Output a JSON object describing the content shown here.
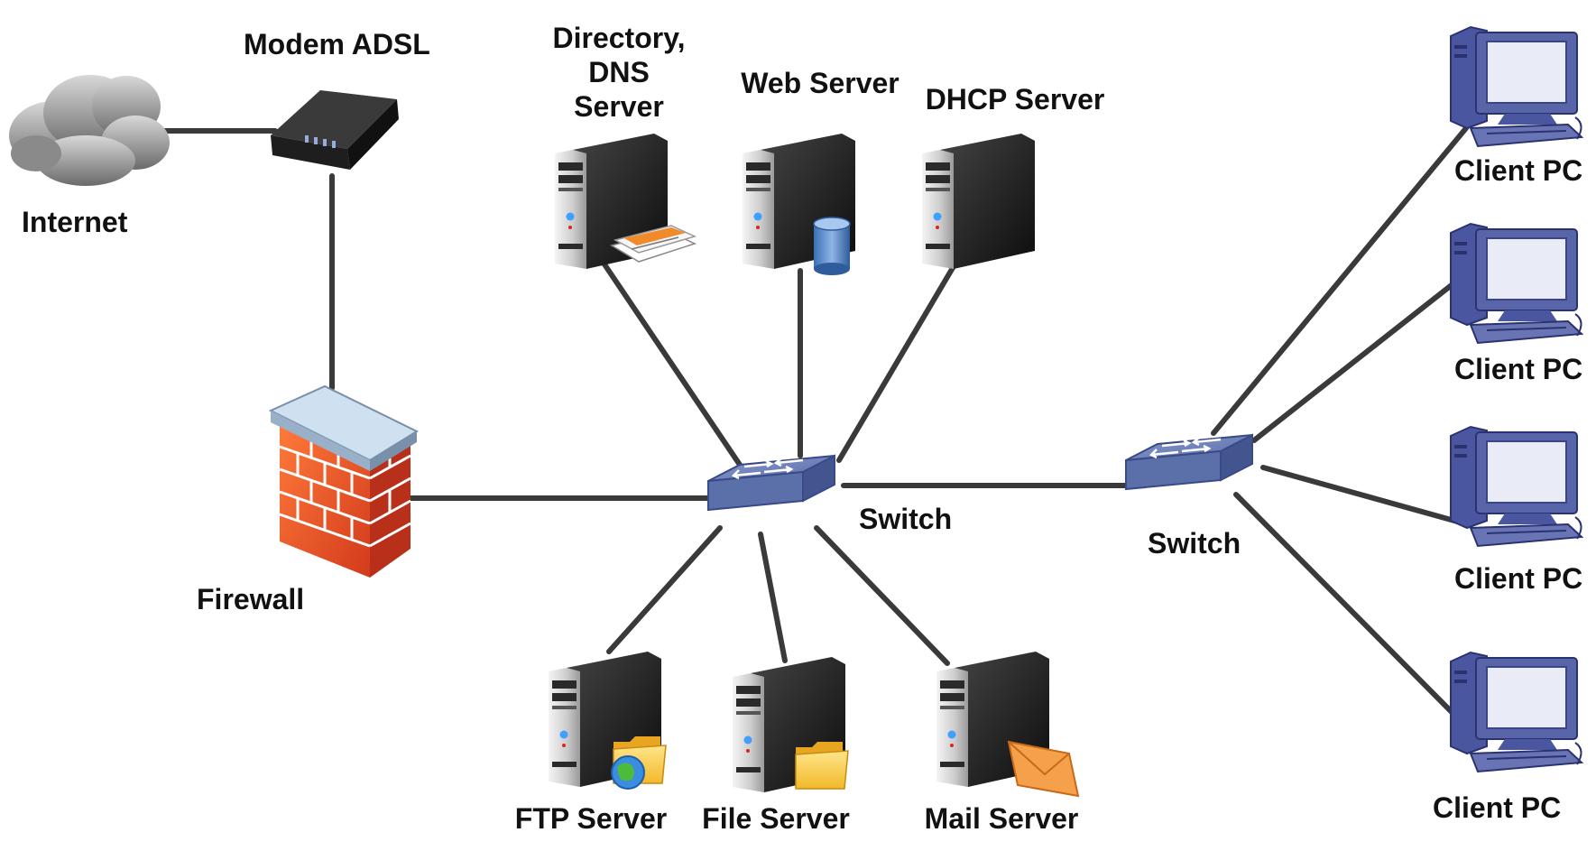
{
  "colors": {
    "link": "#3a3a3a",
    "switch": "#5b6fa8",
    "brick": "#e8502a",
    "pc": "#5865a8",
    "server_dark": "#1b1b1b",
    "server_light": "#e6e6e6"
  },
  "nodes": {
    "internet": {
      "label": "Internet",
      "icon": "cloud-icon"
    },
    "modem": {
      "label": "Modem ADSL",
      "icon": "modem-icon"
    },
    "firewall": {
      "label": "Firewall",
      "icon": "firewall-brick-icon"
    },
    "switch_core": {
      "label": "Switch",
      "icon": "switch-icon"
    },
    "switch_clients": {
      "label": "Switch",
      "icon": "switch-icon"
    },
    "directory_dns": {
      "label_lines": [
        "Directory,",
        "DNS",
        "Server"
      ],
      "icon": "server-document-icon"
    },
    "web": {
      "label": "Web Server",
      "icon": "server-database-icon"
    },
    "dhcp": {
      "label": "DHCP Server",
      "icon": "server-icon"
    },
    "ftp": {
      "label": "FTP Server",
      "icon": "server-globe-folder-icon"
    },
    "file": {
      "label": "File Server",
      "icon": "server-folder-icon"
    },
    "mail": {
      "label": "Mail Server",
      "icon": "server-mail-icon"
    },
    "clients": [
      {
        "label": "Client PC",
        "icon": "desktop-pc-icon"
      },
      {
        "label": "Client PC",
        "icon": "desktop-pc-icon"
      },
      {
        "label": "Client PC",
        "icon": "desktop-pc-icon"
      },
      {
        "label": "Client PC",
        "icon": "desktop-pc-icon"
      }
    ]
  },
  "links": [
    [
      "internet",
      "modem"
    ],
    [
      "modem",
      "firewall"
    ],
    [
      "firewall",
      "switch_core"
    ],
    [
      "switch_core",
      "directory_dns"
    ],
    [
      "switch_core",
      "web"
    ],
    [
      "switch_core",
      "dhcp"
    ],
    [
      "switch_core",
      "ftp"
    ],
    [
      "switch_core",
      "file"
    ],
    [
      "switch_core",
      "mail"
    ],
    [
      "switch_core",
      "switch_clients"
    ],
    [
      "switch_clients",
      "client_1"
    ],
    [
      "switch_clients",
      "client_2"
    ],
    [
      "switch_clients",
      "client_3"
    ],
    [
      "switch_clients",
      "client_4"
    ]
  ]
}
